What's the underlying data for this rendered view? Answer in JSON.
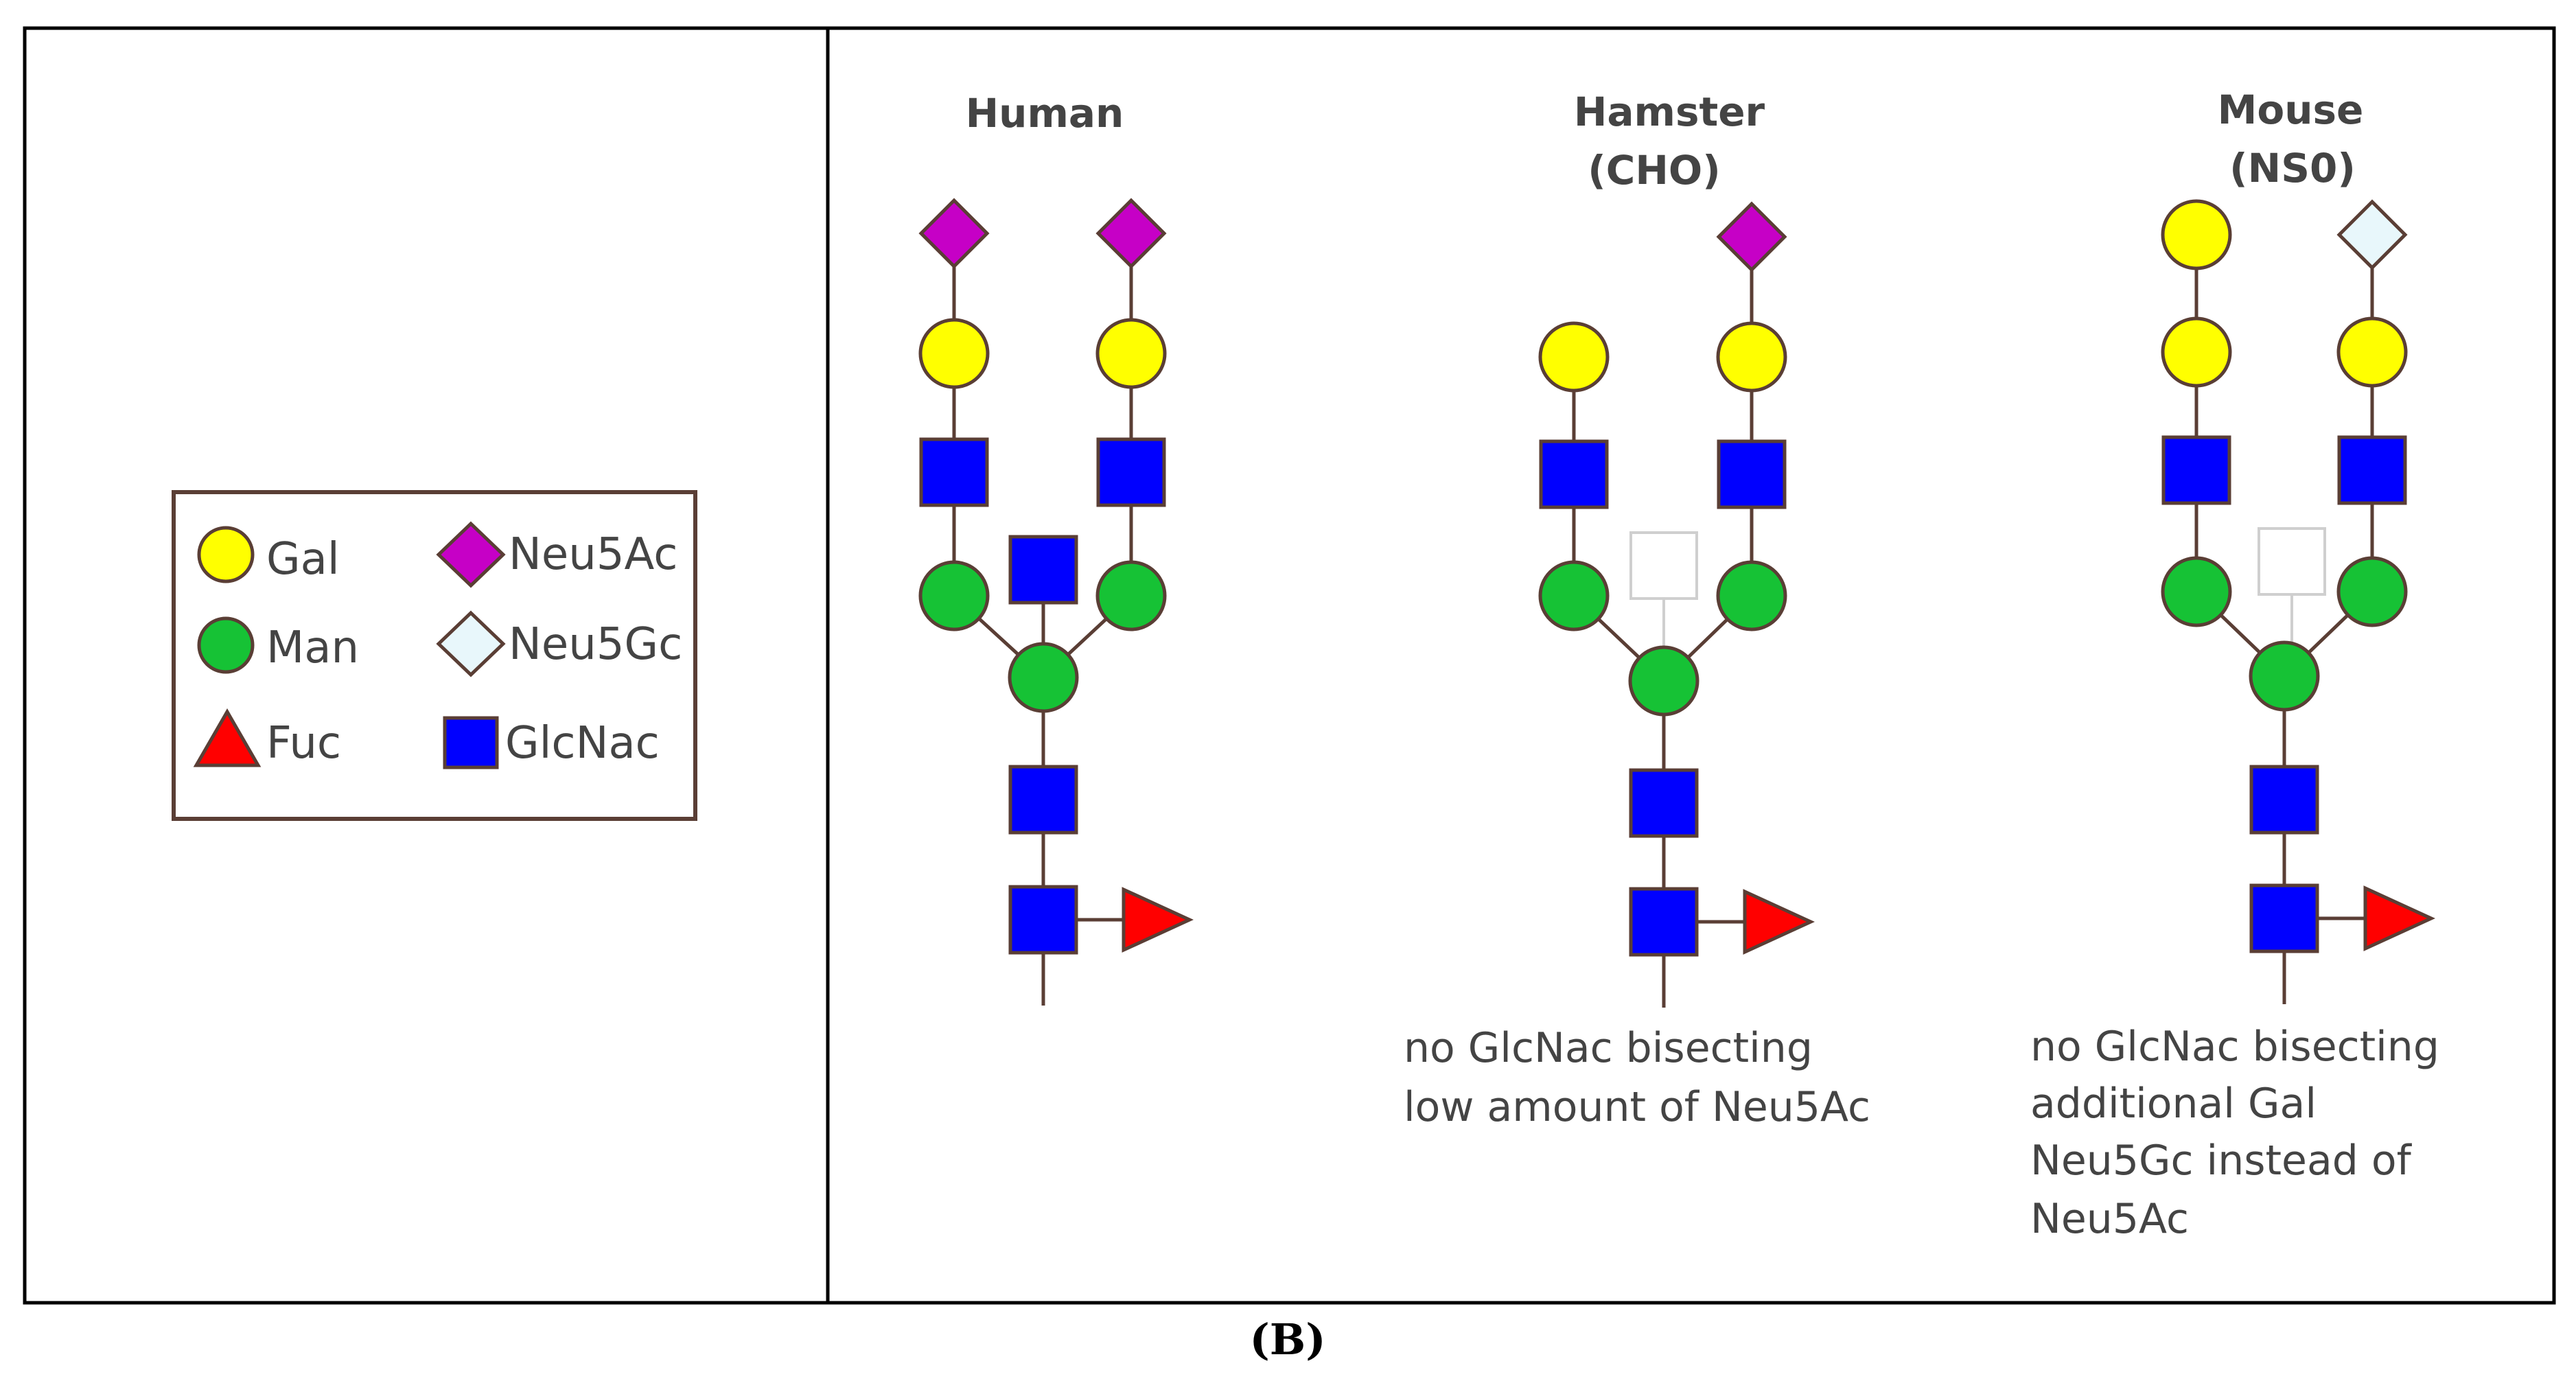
{
  "figure": {
    "caption": "(B)",
    "legend": {
      "items": [
        {
          "label": "Gal",
          "shape": "circle",
          "color": "#ffff00"
        },
        {
          "label": "Neu5Ac",
          "shape": "diamond",
          "color": "#c600c6"
        },
        {
          "label": "Man",
          "shape": "circle",
          "color": "#16c235"
        },
        {
          "label": "Neu5Gc",
          "shape": "diamond",
          "color": "#e8f7fb"
        },
        {
          "label": "Fuc",
          "shape": "triangle",
          "color": "#ff0000"
        },
        {
          "label": "GlcNac",
          "shape": "square",
          "color": "#0000ff"
        }
      ]
    },
    "panels": [
      {
        "title": [
          "Human"
        ],
        "notes": []
      },
      {
        "title": [
          "Hamster",
          "(CHO)"
        ],
        "notes": [
          "no GlcNac bisecting",
          "low amount of Neu5Ac"
        ]
      },
      {
        "title": [
          "Mouse",
          "(NS0)"
        ],
        "notes": [
          "no GlcNac bisecting",
          "additional Gal",
          "Neu5Gc instead of",
          "Neu5Ac"
        ]
      }
    ]
  }
}
